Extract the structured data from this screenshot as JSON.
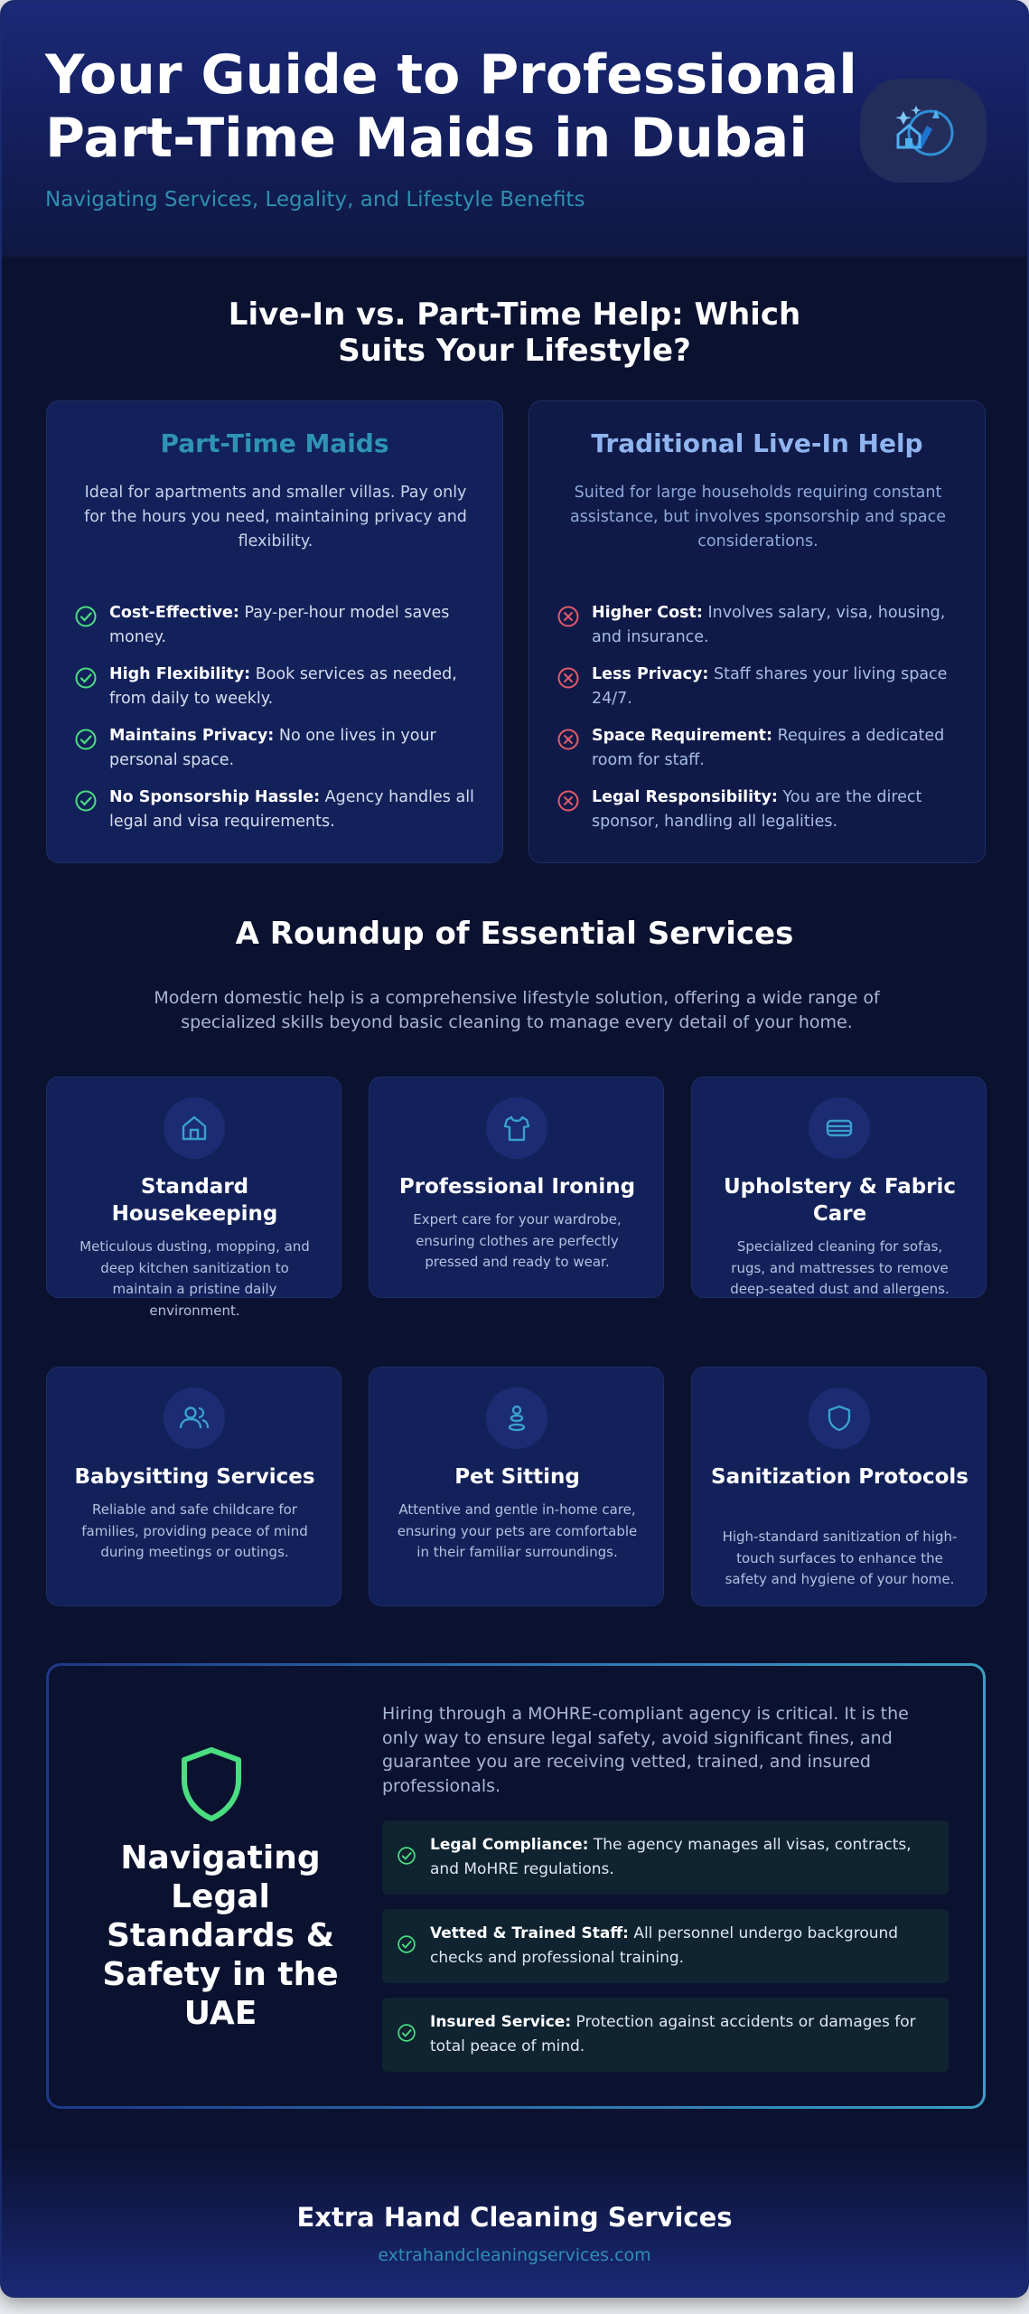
{
  "header": {
    "title": "Your Guide to Professional Part-Time Maids in Dubai",
    "subtitle": "Navigating Services, Legality, and Lifestyle Benefits",
    "logo_icon": "cleaning-logo-icon"
  },
  "comparison": {
    "title": "Live-In vs. Part-Time Help: Which Suits Your Lifestyle?",
    "part_time": {
      "title": "Part-Time Maids",
      "description": "Ideal for apartments and smaller villas. Pay only for the hours you need, maintaining privacy and flexibility.",
      "items": [
        {
          "label": "Cost-Effective:",
          "text": "Pay-per-hour model saves money."
        },
        {
          "label": "High Flexibility:",
          "text": "Book services as needed, from daily to weekly."
        },
        {
          "label": "Maintains Privacy:",
          "text": "No one lives in your personal space."
        },
        {
          "label": "No Sponsorship Hassle:",
          "text": "Agency handles all legal and visa requirements."
        }
      ]
    },
    "live_in": {
      "title": "Traditional Live-In Help",
      "description": "Suited for large households requiring constant assistance, but involves sponsorship and space considerations.",
      "items": [
        {
          "label": "Higher Cost:",
          "text": "Involves salary, visa, housing, and insurance."
        },
        {
          "label": "Less Privacy:",
          "text": "Staff shares your living space 24/7."
        },
        {
          "label": "Space Requirement:",
          "text": "Requires a dedicated room for staff."
        },
        {
          "label": "Legal Responsibility:",
          "text": "You are the direct sponsor, handling all legalities."
        }
      ]
    }
  },
  "services": {
    "title": "A Roundup of Essential Services",
    "intro": "Modern domestic help is a comprehensive lifestyle solution, offering a wide range of specialized skills beyond basic cleaning to manage every detail of your home.",
    "items": [
      {
        "title": "Standard Housekeeping",
        "description": "Meticulous dusting, mopping, and deep kitchen sanitization to maintain a pristine daily environment.",
        "icon": "home-icon"
      },
      {
        "title": "Professional Ironing",
        "description": "Expert care for your wardrobe, ensuring clothes are perfectly pressed and ready to wear.",
        "icon": "shirt-icon"
      },
      {
        "title": "Upholstery & Fabric Care",
        "description": "Specialized cleaning for sofas, rugs, and mattresses to remove deep-seated dust and allergens.",
        "icon": "sofa-icon"
      },
      {
        "title": "Babysitting Services",
        "description": "Reliable and safe childcare for families, providing peace of mind during meetings or outings.",
        "icon": "users-icon"
      },
      {
        "title": "Pet Sitting",
        "description": "Attentive and gentle in-home care, ensuring your pets are comfortable in their familiar surroundings.",
        "icon": "pet-icon"
      },
      {
        "title": "Sanitization Protocols",
        "description": "High-standard sanitization of high-touch surfaces to enhance the safety and hygiene of your home.",
        "icon": "shield-icon"
      }
    ]
  },
  "legal": {
    "title": "Navigating Legal Standards & Safety in the UAE",
    "intro": "Hiring through a MOHRE-compliant agency is critical. It is the only way to ensure legal safety, avoid significant fines, and guarantee you are receiving vetted, trained, and insured professionals.",
    "items": [
      {
        "label": "Legal Compliance:",
        "text": "The agency manages all visas, contracts, and MoHRE regulations."
      },
      {
        "label": "Vetted & Trained Staff:",
        "text": "All personnel undergo background checks and professional training."
      },
      {
        "label": "Insured Service:",
        "text": "Protection against accidents or damages for total peace of mind."
      }
    ]
  },
  "footer": {
    "company": "Extra Hand Cleaning Services",
    "website": "extrahandcleaningservices.com"
  },
  "colors": {
    "background": "#0b1230",
    "card": "#13215a",
    "accent_teal": "#2f93b5",
    "accent_blue": "#8fb4ef",
    "check_green": "#4ade80",
    "cross_red": "#e15b6b"
  }
}
